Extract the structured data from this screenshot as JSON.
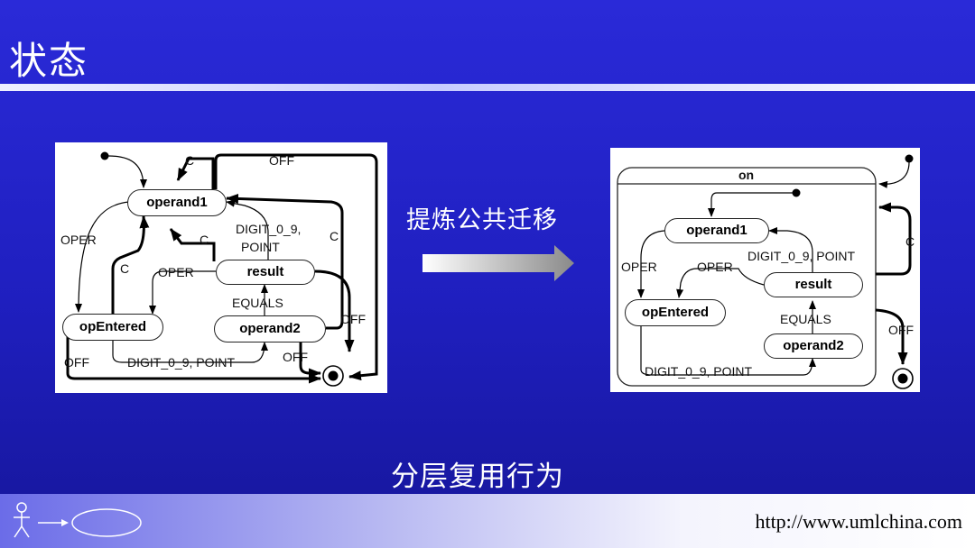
{
  "slide": {
    "title": "状态",
    "transform_caption": "提炼公共迁移",
    "bottom_caption": "分层复用行为",
    "footer_url": "http://www.umlchina.com"
  },
  "left_diagram": {
    "states": {
      "operand1": "operand1",
      "op_entered": "opEntered",
      "result": "result",
      "operand2": "operand2"
    },
    "labels": {
      "c_top": "C",
      "off_top": "OFF",
      "oper_left": "OPER",
      "digit_top": "DIGIT_0_9,",
      "point_top": "POINT",
      "c_mid": "C",
      "c_left": "C",
      "c_right": "C",
      "oper_mid": "OPER",
      "equals": "EQUALS",
      "off_right": "OFF",
      "off_bottom_left": "OFF",
      "digit_bottom": "DIGIT_0_9, POINT",
      "off_bottom_right": "OFF"
    }
  },
  "right_diagram": {
    "superstate": "on",
    "states": {
      "operand1": "operand1",
      "op_entered": "opEntered",
      "result": "result",
      "operand2": "operand2"
    },
    "labels": {
      "digit_top": "DIGIT_0_9, POINT",
      "oper_left": "OPER",
      "oper_mid": "OPER",
      "equals": "EQUALS",
      "digit_bottom": "DIGIT_0_9, POINT",
      "c_right": "C",
      "off_right": "OFF"
    }
  },
  "colors": {
    "background_top": "#2a2ad8",
    "background_bottom": "#16169a",
    "text": "#ffffff"
  }
}
